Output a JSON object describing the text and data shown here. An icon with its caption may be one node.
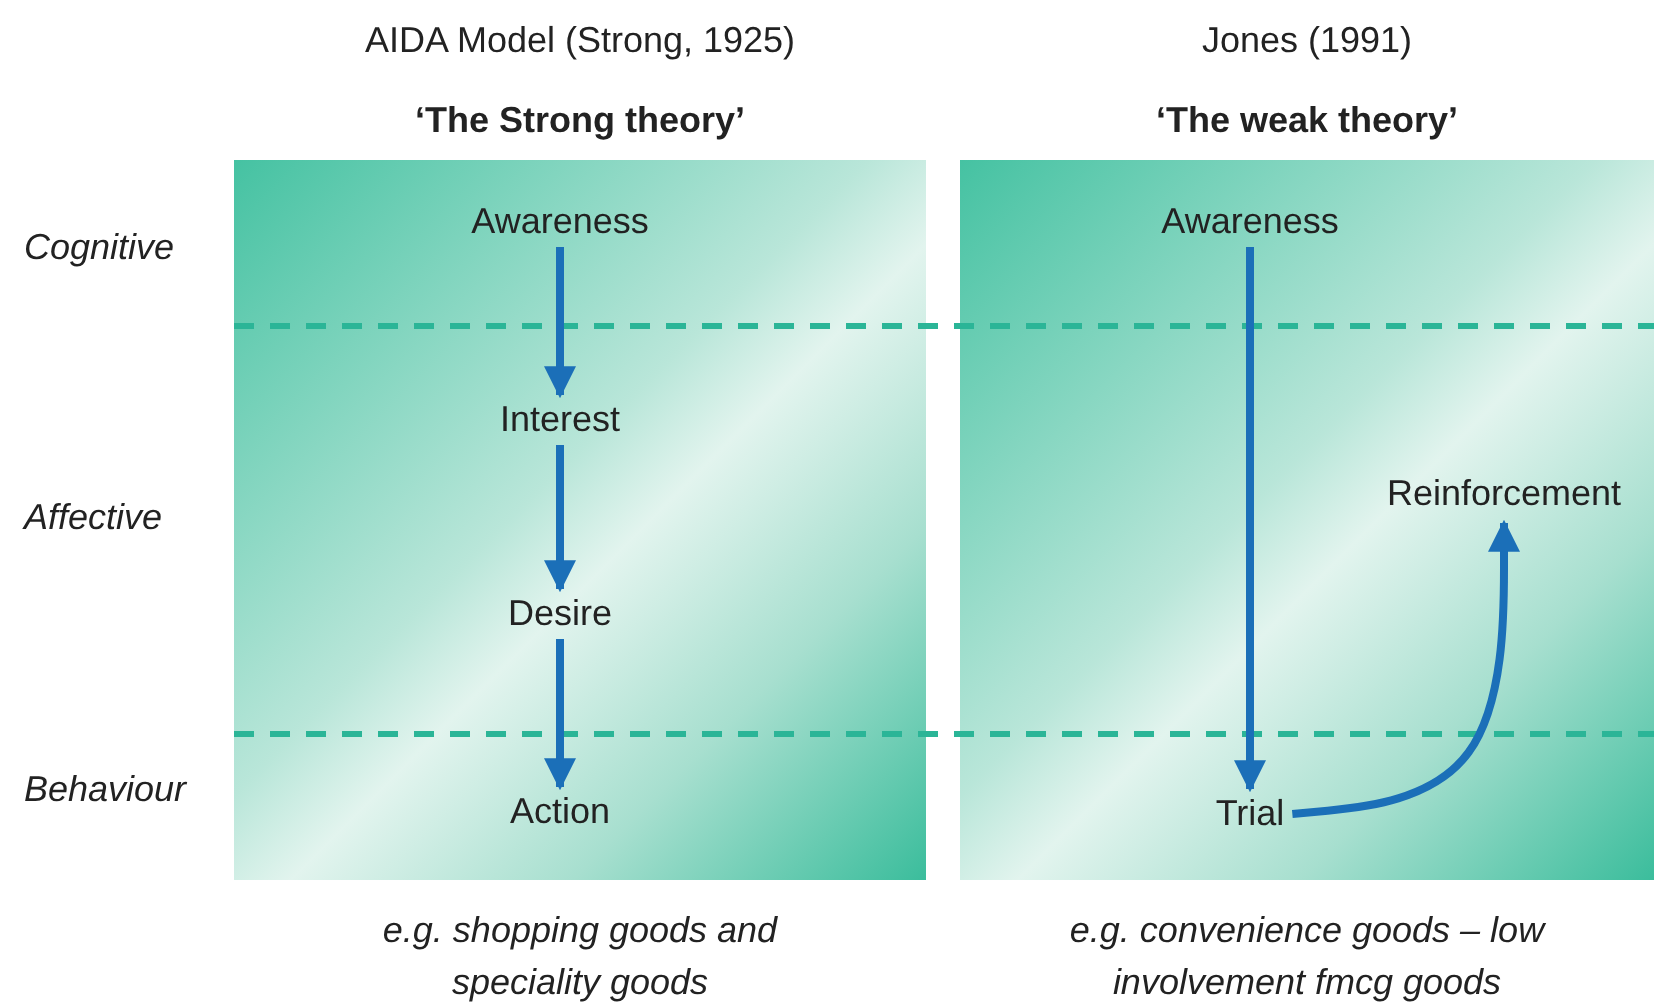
{
  "diagram": {
    "nodes": [
      {
        "text": [
          "AIDA Model (Strong, 1925)",
          "‘The Strong theory’"
        ],
        "beside": [
          "e.g. shopping goods and speciality goods"
        ]
      },
      {
        "text": [
          "Awareness"
        ],
        "in": 0
      },
      {
        "text": [
          "Interest"
        ],
        "in": 0
      },
      {
        "text": [
          "Desire"
        ],
        "in": 0
      },
      {
        "text": [
          "Action"
        ],
        "in": 0
      },
      {
        "text": [
          "Jones (1991)",
          "‘The weak theory’"
        ],
        "beside": [
          "e.g. convenience goods – low involvement fmcg goods"
        ]
      },
      {
        "text": [
          "Awareness"
        ],
        "in": 5
      },
      {
        "text": [
          "Trial"
        ],
        "in": 5
      },
      {
        "text": [
          "Reinforcement"
        ],
        "in": 5
      }
    ],
    "edges": [
      {
        "from": 1,
        "to": 2,
        "arrow": "to"
      },
      {
        "from": 2,
        "to": 3,
        "arrow": "to"
      },
      {
        "from": 3,
        "to": 4,
        "arrow": "to"
      },
      {
        "from": 6,
        "to": 7,
        "arrow": "to"
      },
      {
        "from": 7,
        "to": 8,
        "arrow": "to"
      }
    ],
    "labels": [
      "Cognitive",
      "Affective",
      "Behaviour"
    ]
  }
}
